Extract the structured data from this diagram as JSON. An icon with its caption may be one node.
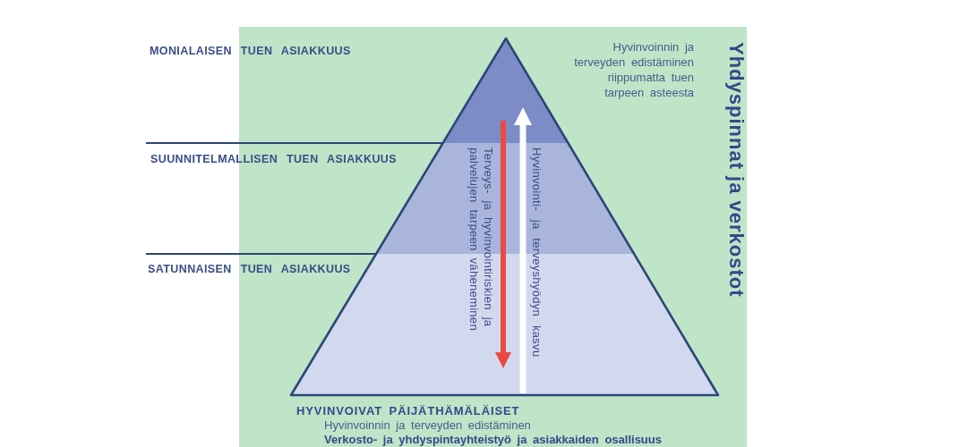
{
  "diagram": {
    "nodes": [
      {
        "text": [
          "Yhdyspinnat ja verkostot"
        ]
      }
    ],
    "labels": [
      "MONIALAISEN TUEN ASIAKKUUS",
      "Hyvinvoinnin ja terveyden edistäminen riippumatta tuen tarpeen asteesta",
      "SUUNNITELMALLISEN TUEN ASIAKKUUS",
      "Terveys- ja hyvinvointiriskien ja palvelujen tarpeen väheneminen",
      "Hyvinvointi- ja terveyshyödyn kasvu",
      "SATUNNAISEN TUEN ASIAKKUUS",
      "HYVINVOIVAT PÄIJÄTHÄMÄLÄISET",
      "Hyvinvoinnin ja terveyden edistäminen",
      "Verkosto- ja yhdyspintayhteistyö ja asiakkaiden osallisuus"
    ]
  }
}
